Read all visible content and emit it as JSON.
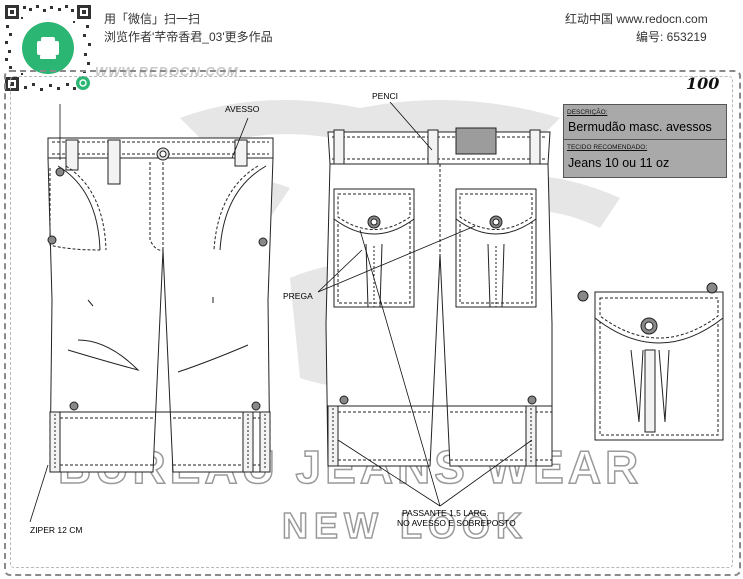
{
  "header": {
    "scan_line": "用「微信」扫一扫",
    "browse_line": "浏览作者'芊帝香君_03'更多作品",
    "site_line": "红动中国 www.redocn.com",
    "id_line": "编号: 653219",
    "watermark_url": "WWW.REDOCN.COM"
  },
  "sheet": {
    "page_number": "100",
    "description_label": "DESCRIÇÃO:",
    "description_value": "Bermudão masc. avessos",
    "fabric_label": "TECIDO RECOMENDADO:",
    "fabric_value": "Jeans 10  ou 11 oz"
  },
  "callouts": {
    "avesso": "AVESSO",
    "penci": "PENCI",
    "prega": "PREGA",
    "ziper": "ZIPER 12 CM",
    "passante_1": "PASSANTE 1,5 LARG.",
    "passante_2": "NO AVESSO E SOBREPOSTO"
  },
  "brand": {
    "main": "BUREAU JEANS WEAR",
    "sub": "NEW   LOOK"
  },
  "colors": {
    "accent_green": "#2bb673",
    "box_gray": "#a9a9a9",
    "line": "#222222"
  }
}
